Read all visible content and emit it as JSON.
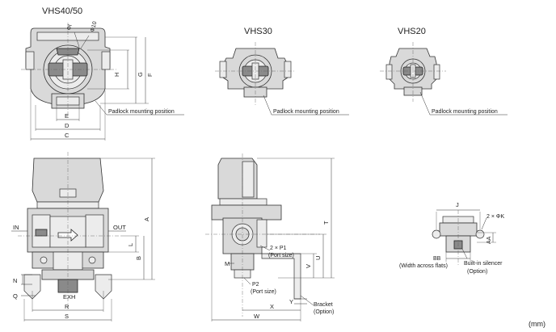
{
  "titles": {
    "vhs40_50": "VHS40/50",
    "vhs30": "VHS30",
    "vhs20": "VHS20"
  },
  "callouts": {
    "padlock": "Padlock mounting position",
    "in": "IN",
    "out": "OUT",
    "exh": "EXH",
    "p1": "2 × P1",
    "p1_note": "(Port size)",
    "p2": "P2",
    "p2_note": "(Port size)",
    "bracket": "Bracket",
    "bracket_note": "(Option)",
    "bb": "BB",
    "bb_note": "(Width across flats)",
    "k": "2 × ΦK",
    "silencer": "Built-in silencer",
    "silencer_note": "(Option)"
  },
  "dimensions": {
    "phi_i": "Φl",
    "phi_10": "Φ10",
    "A": "A",
    "B": "B",
    "C": "C",
    "D": "D",
    "E": "E",
    "F": "F",
    "G": "G",
    "H": "H",
    "J": "J",
    "L": "L",
    "M": "M",
    "N": "N",
    "Q": "Q",
    "R": "R",
    "S": "S",
    "T": "T",
    "U": "U",
    "V": "V",
    "W": "W",
    "X": "X",
    "Y": "Y",
    "AA": "AA"
  },
  "unit": "(mm)"
}
